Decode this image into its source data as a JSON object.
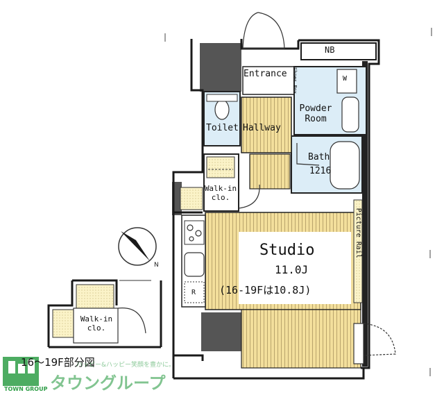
{
  "labels": {
    "nb": "NB",
    "entrance": "Entrance",
    "shoe_box": "Shoes Box",
    "powder_room": "Powder Room",
    "toilet": "Toilet",
    "hallway": "Hallway",
    "bath": "Bath",
    "bath_size": "1216",
    "walkin_main": "Walk-in clo.",
    "picture_rail": "Picture Rail",
    "studio": "Studio",
    "studio_size": "11.0J",
    "studio_note": "(16-19Fは10.8J)",
    "walkin_partial": "Walk-in clo.",
    "partial_caption": "16～19F部分図",
    "fridge": "R",
    "washer": "W"
  },
  "watermark": {
    "brand_en": "TOWN GROUP",
    "brand_ja": "タウングループ",
    "tagline": "ハッピー&ハッピー笑顔を豊かに。"
  },
  "colors": {
    "wall": "#1a1a1a",
    "wall_gray": "#555555",
    "floor_wood": "#f3df9c",
    "floor_wood_stripe": "#c7b27a",
    "wet_area": "#dcedf7",
    "closet": "#fbf3c8",
    "brand_green": "#2f9e47"
  }
}
